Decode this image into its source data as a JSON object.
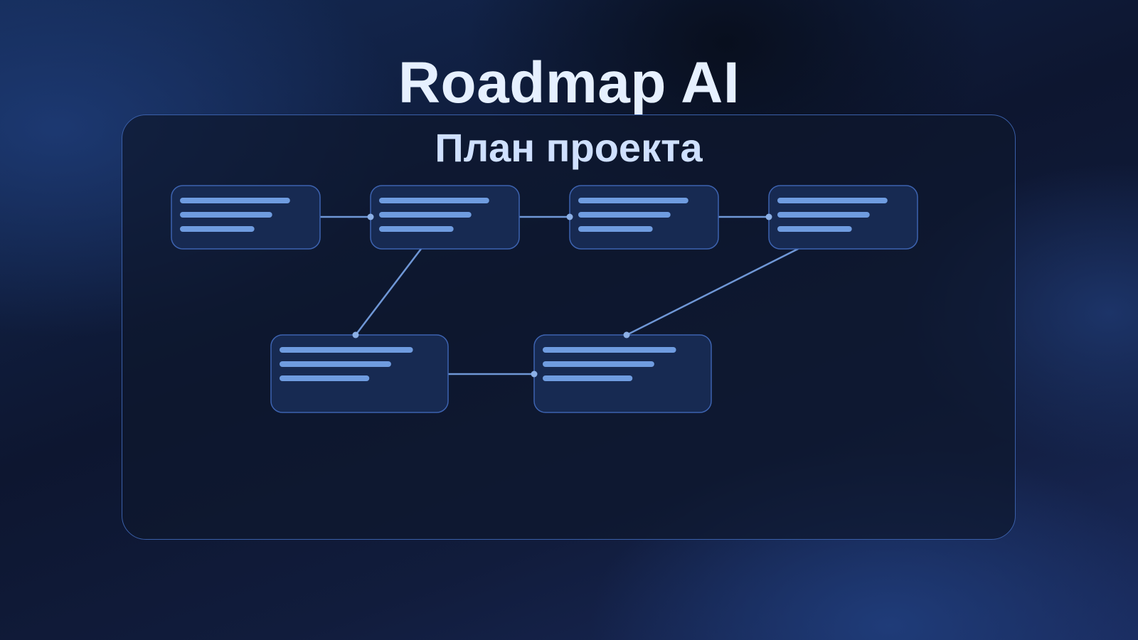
{
  "header": {
    "title": "Roadmap AI"
  },
  "panel": {
    "subtitle": "План проекта"
  },
  "diagram": {
    "nodes": [
      {
        "id": "step-1"
      },
      {
        "id": "step-2"
      },
      {
        "id": "step-3"
      },
      {
        "id": "step-4"
      },
      {
        "id": "step-5"
      },
      {
        "id": "step-6"
      }
    ],
    "edges": [
      {
        "from": "step-1",
        "to": "step-2"
      },
      {
        "from": "step-2",
        "to": "step-3"
      },
      {
        "from": "step-3",
        "to": "step-4"
      },
      {
        "from": "step-2",
        "to": "step-5"
      },
      {
        "from": "step-5",
        "to": "step-6"
      },
      {
        "from": "step-4",
        "to": "step-6"
      }
    ]
  },
  "colors": {
    "title": "#e6f0ff",
    "subtitle": "#cfe0ff",
    "panel_border": "#3a5fa8",
    "node_fill": "#172a52",
    "node_border": "#3d63b0",
    "text_line": "#6f9ce0",
    "connector": "#6f97d6",
    "connector_dot": "#8cb0e6"
  }
}
